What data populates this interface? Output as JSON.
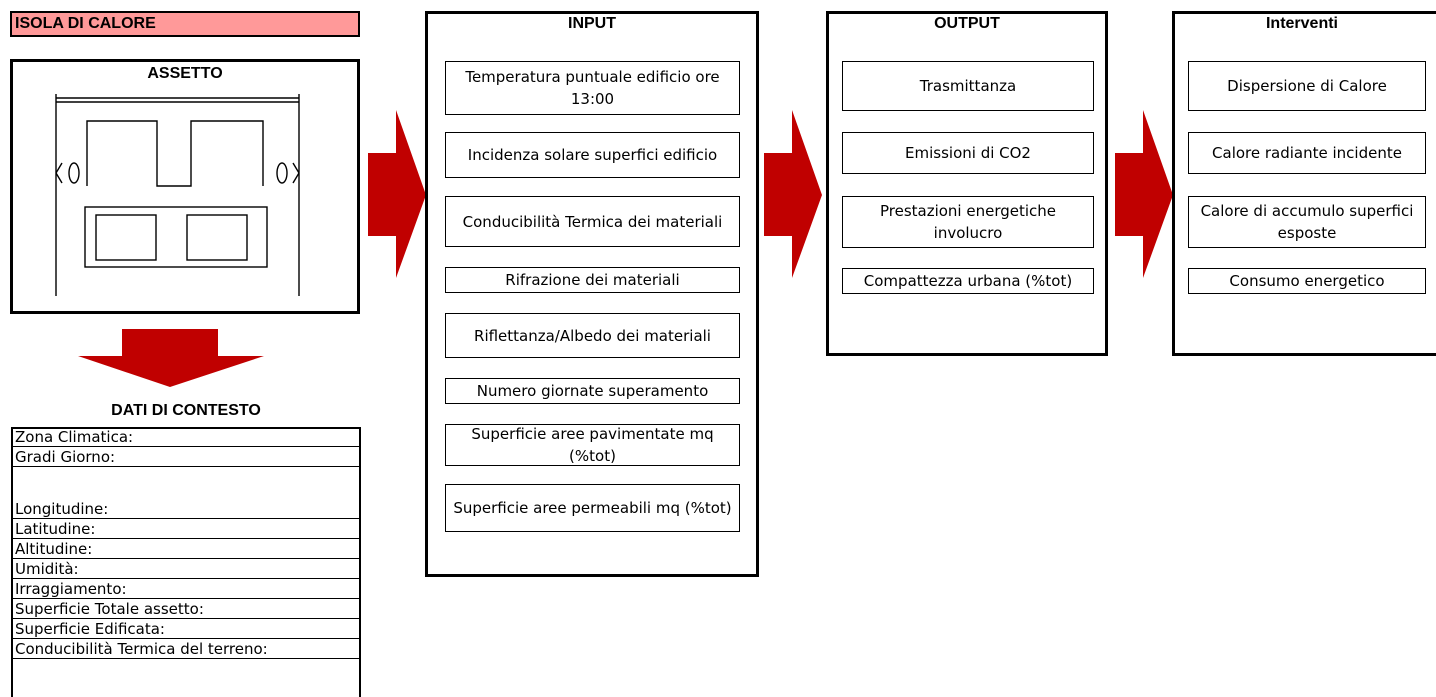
{
  "title": "ISOLA DI CALORE",
  "colors": {
    "title_fill": "#ff9999",
    "arrow_fill": "#c00000"
  },
  "assetto": {
    "title": "ASSETTO"
  },
  "context": {
    "title": "DATI DI CONTESTO",
    "rows": [
      "Zona Climatica:",
      "Gradi Giorno:",
      "Longitudine:",
      "Latitudine:",
      "Altitudine:",
      "Umidità:",
      "Irraggiamento:",
      "Superficie Totale assetto:",
      "Superficie Edificata:",
      "Conducibilità Termica del terreno:"
    ]
  },
  "input": {
    "title": "INPUT",
    "items": [
      "Temperatura puntuale edificio ore 13:00",
      "Incidenza solare superfici edificio",
      "Conducibilità Termica dei materiali",
      "Rifrazione dei materiali",
      "Riflettanza/Albedo dei materiali",
      "Numero giornate superamento",
      "Superficie aree pavimentate mq (%tot)",
      "Superficie aree permeabili mq (%tot)"
    ]
  },
  "output": {
    "title": "OUTPUT",
    "items": [
      "Trasmittanza",
      "Emissioni di CO2",
      "Prestazioni energetiche involucro",
      "Compattezza urbana (%tot)"
    ]
  },
  "interventi": {
    "title": "Interventi",
    "items": [
      "Dispersione di Calore",
      "Calore radiante incidente",
      "Calore di accumulo superfici esposte",
      "Consumo energetico"
    ]
  }
}
